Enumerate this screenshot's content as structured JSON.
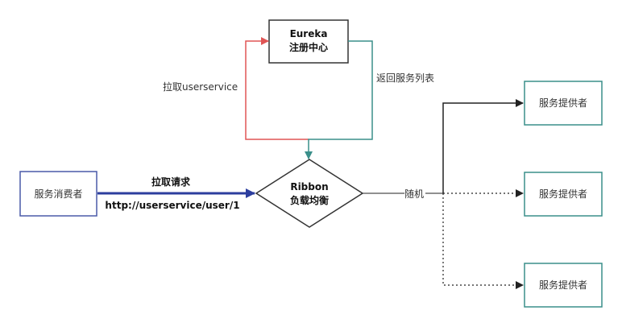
{
  "nodes": {
    "eureka": {
      "line1": "Eureka",
      "line2": "注册中心"
    },
    "consumer": {
      "label": "服务消费者"
    },
    "ribbon": {
      "line1": "Ribbon",
      "line2": "负载均衡"
    },
    "providers": [
      {
        "label": "服务提供者"
      },
      {
        "label": "服务提供者"
      },
      {
        "label": "服务提供者"
      }
    ]
  },
  "edges": {
    "pull_service": "拉取userservice",
    "return_list": "返回服务列表",
    "pull_request": "拉取请求",
    "request_url": "http://userservice/user/1",
    "random": "随机"
  },
  "colors": {
    "red_edge": "#e05555",
    "teal_edge": "#3a8f8a",
    "blue_edge": "#2c3e9e",
    "dark_edge": "#222222",
    "box_dark": "#333333",
    "consumer_border": "#4a5aa8",
    "provider_border": "#3a8f8a"
  }
}
